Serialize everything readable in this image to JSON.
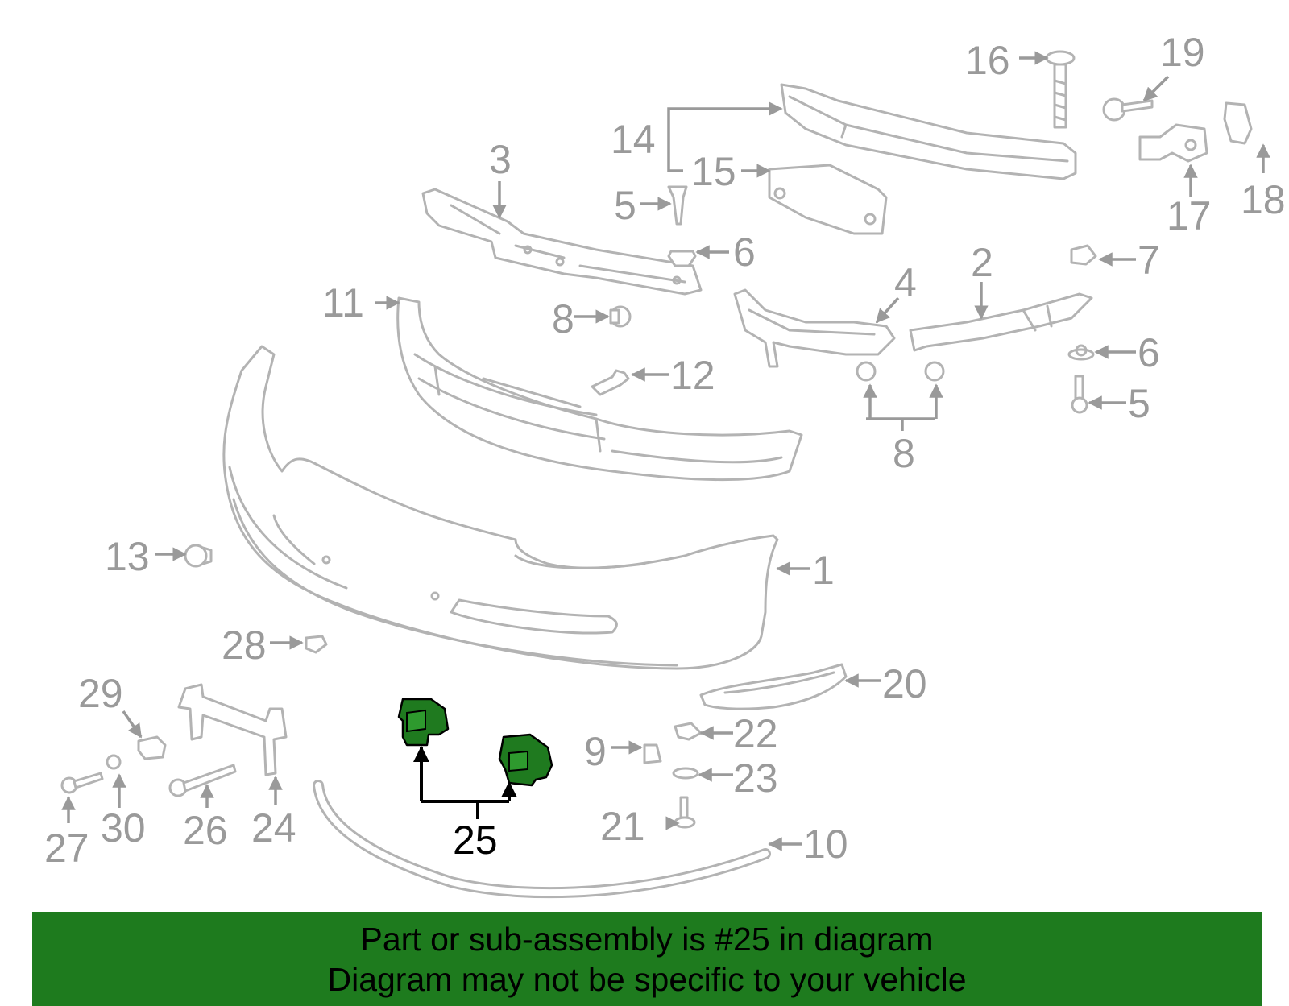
{
  "callouts": {
    "c1": "1",
    "c2": "2",
    "c3": "3",
    "c4": "4",
    "c5a": "5",
    "c5b": "5",
    "c6a": "6",
    "c6b": "6",
    "c7": "7",
    "c8a": "8",
    "c8b": "8",
    "c9": "9",
    "c10": "10",
    "c11": "11",
    "c12": "12",
    "c13": "13",
    "c14": "14",
    "c15": "15",
    "c16": "16",
    "c17": "17",
    "c18": "18",
    "c19": "19",
    "c20": "20",
    "c21": "21",
    "c22": "22",
    "c23": "23",
    "c24": "24",
    "c25": "25",
    "c26": "26",
    "c27": "27",
    "c28": "28",
    "c29": "29",
    "c30": "30"
  },
  "banner": {
    "line1": "Part or sub-assembly is #25 in diagram",
    "line2": "Diagram may not be specific to your vehicle"
  },
  "colors": {
    "highlight": "#1f7a1f",
    "banner": "#1e7b1e",
    "line": "#b3b3b3",
    "label": "#9a9a9a"
  },
  "highlighted_part": "25"
}
